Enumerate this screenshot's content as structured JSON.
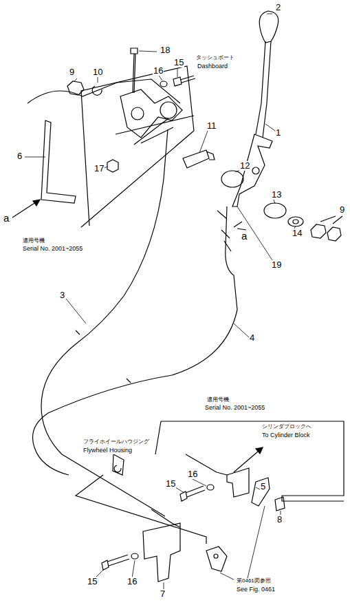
{
  "diagram": {
    "labels": [
      "18",
      "9",
      "10",
      "16",
      "15",
      "タッシュボート",
      "Dashboard",
      "2",
      "1",
      "6",
      "17",
      "11",
      "12",
      "13",
      "14",
      "9",
      "a",
      "a",
      "適用号機",
      "Serial No. 2001~2055",
      "19",
      "3",
      "4",
      "適用号機",
      "Serial No. 2001~2055",
      "シリンダブロックへ",
      "To Cylinder Block",
      "フライホイールハウジング",
      "Flywheel Housing",
      "16",
      "15",
      "5",
      "8",
      "15",
      "16",
      "7",
      "第0461図参照",
      "See Fig. 0461"
    ]
  }
}
